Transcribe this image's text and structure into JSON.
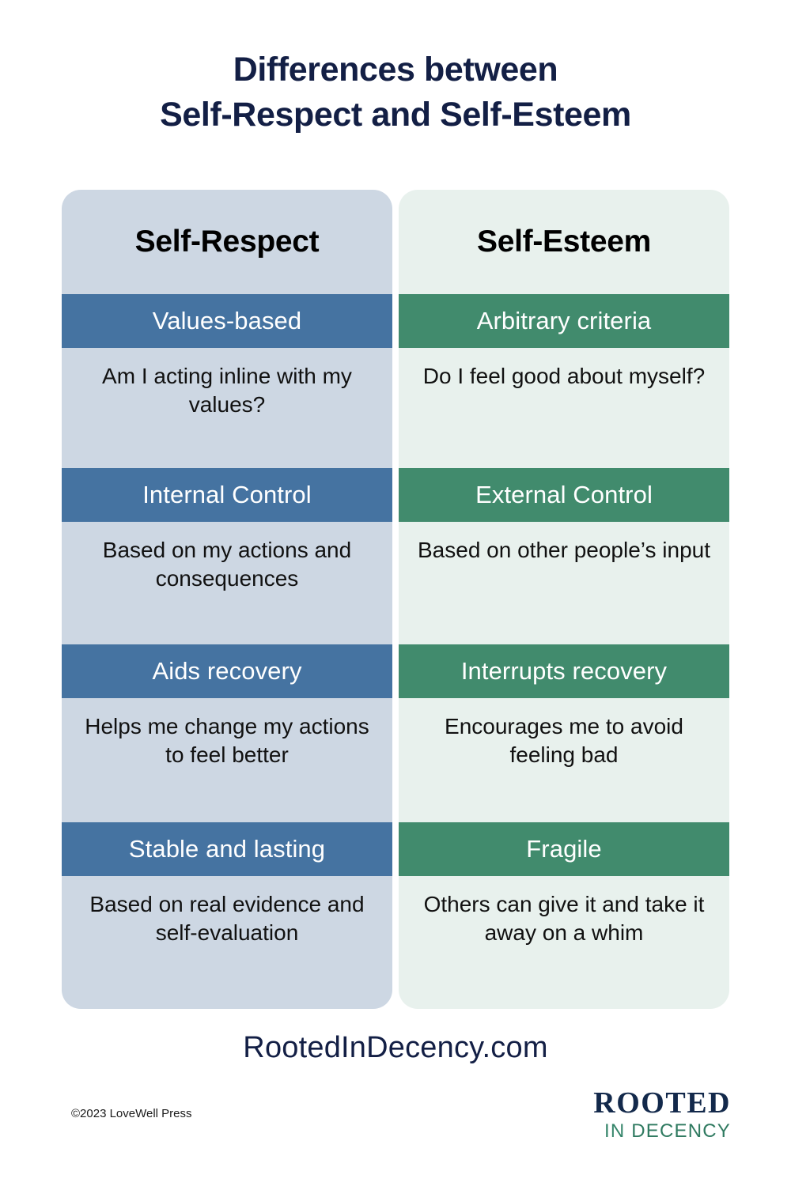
{
  "title": {
    "line1": "Differences between",
    "line2": "Self-Respect and Self-Esteem",
    "color": "#131f45"
  },
  "colors": {
    "title": "#131f45",
    "left_band": "#4573a1",
    "left_background": "#cdd7e3",
    "right_band": "#418b6d",
    "right_background": "#e8f1ed",
    "body_text": "#111111",
    "band_text": "#ffffff",
    "logo_navy": "#13294b",
    "logo_green": "#2f7a60"
  },
  "comparison": {
    "columns": [
      {
        "header": "Self-Respect",
        "rows": [
          {
            "band": "Values-based",
            "body": "Am I acting inline with my values?"
          },
          {
            "band": "Internal Control",
            "body": "Based on my actions and consequences"
          },
          {
            "band": "Aids recovery",
            "body": "Helps me change my actions to feel better"
          },
          {
            "band": "Stable and lasting",
            "body": "Based on real evidence and self-evaluation"
          }
        ]
      },
      {
        "header": "Self-Esteem",
        "rows": [
          {
            "band": "Arbitrary criteria",
            "body": "Do I feel good about myself?"
          },
          {
            "band": "External Control",
            "body": "Based on other people’s input"
          },
          {
            "band": "Interrupts recovery",
            "body": "Encourages me to avoid feeling bad"
          },
          {
            "band": "Fragile",
            "body": "Others can give it and take it away on a whim"
          }
        ]
      }
    ]
  },
  "footer": {
    "site_url": "RootedInDecency.com",
    "copyright": "©2023 LoveWell Press",
    "logo": {
      "top": "ROOTED",
      "bottom_in": "IN",
      "bottom_word": "DECENCY"
    }
  }
}
